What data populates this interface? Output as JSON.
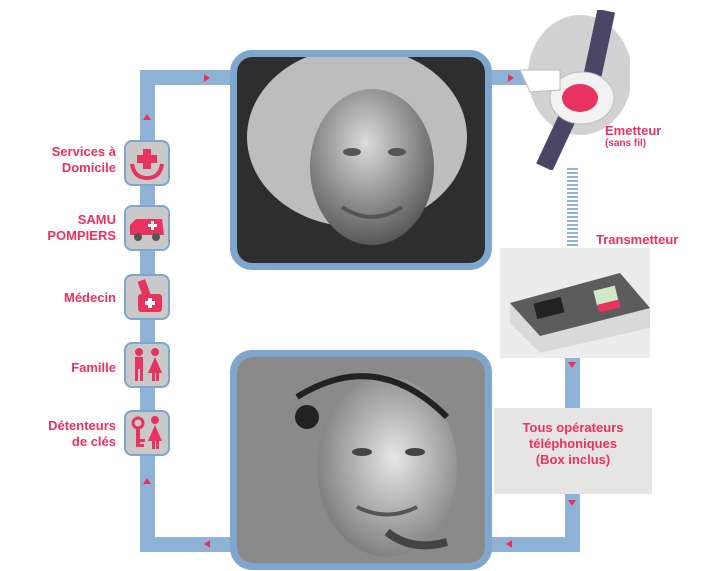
{
  "services": [
    {
      "label": "Services à\nDomicile",
      "icon": "home-care-icon"
    },
    {
      "label": "SAMU\nPOMPIERS",
      "icon": "ambulance-icon"
    },
    {
      "label": "Médecin",
      "icon": "medical-bag-icon"
    },
    {
      "label": "Famille",
      "icon": "family-icon"
    },
    {
      "label": "Détenteurs\nde clés",
      "icon": "key-holder-icon"
    }
  ],
  "devices": {
    "emetteur_label": "Emetteur",
    "emetteur_sub": "(sans fil)",
    "transmetteur_label": "Transmetteur",
    "operators_label": "Tous opérateurs\ntéléphoniques\n(Box inclus)"
  },
  "colors": {
    "accent": "#e8325f",
    "loop": "#8fb3d6",
    "frame": "#7ea6cf",
    "icon_bg": "#c9c9c9"
  }
}
